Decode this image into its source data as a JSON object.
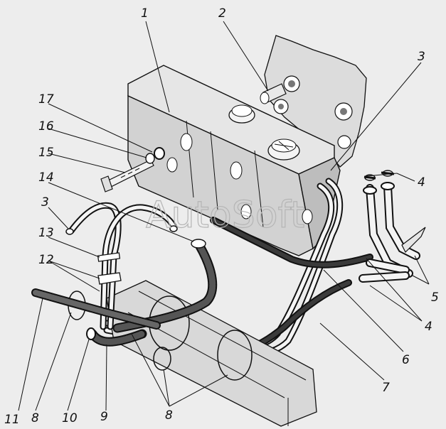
{
  "watermark": "AutoSoft",
  "callouts": [
    {
      "id": "1",
      "label": "1"
    },
    {
      "id": "2",
      "label": "2"
    },
    {
      "id": "3a",
      "label": "3"
    },
    {
      "id": "3b",
      "label": "3"
    },
    {
      "id": "4a",
      "label": "4"
    },
    {
      "id": "4b",
      "label": "4"
    },
    {
      "id": "5",
      "label": "5"
    },
    {
      "id": "6",
      "label": "6"
    },
    {
      "id": "7",
      "label": "7"
    },
    {
      "id": "8",
      "label": "8"
    },
    {
      "id": "9",
      "label": "9"
    },
    {
      "id": "10",
      "label": "10"
    },
    {
      "id": "11",
      "label": "11"
    },
    {
      "id": "12",
      "label": "12"
    },
    {
      "id": "13",
      "label": "13"
    },
    {
      "id": "14",
      "label": "14"
    },
    {
      "id": "15",
      "label": "15"
    },
    {
      "id": "16",
      "label": "16"
    },
    {
      "id": "17",
      "label": "17"
    }
  ]
}
